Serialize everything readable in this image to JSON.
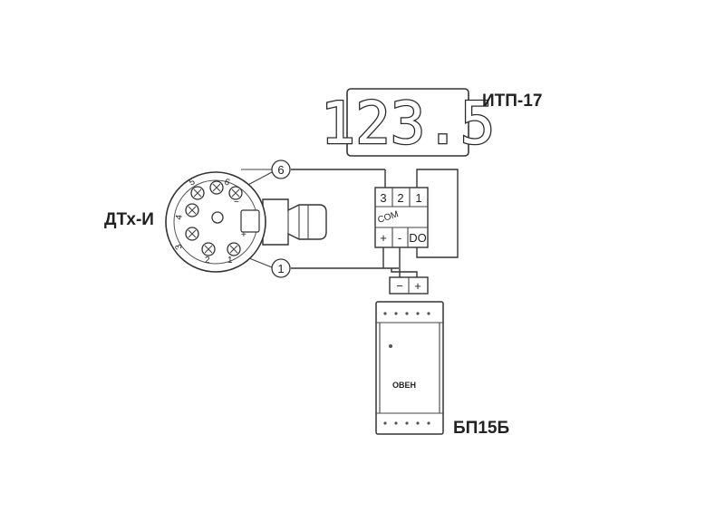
{
  "labels": {
    "sensor": "ДТх-И",
    "indicator": "ИТП-17",
    "psu": "БП15Б",
    "display_value": "123.5",
    "brand": "ОВЕН"
  },
  "terminals": {
    "t3": "3",
    "t2": "2",
    "t1": "1",
    "com": "COM",
    "plus": "+",
    "minus": "-",
    "do": "DO",
    "psu_minus": "−",
    "psu_plus": "+"
  },
  "callouts": {
    "top": "6",
    "bottom": "1"
  },
  "sensor_head": {
    "plus": "+",
    "minus": "−",
    "n1": "1",
    "n2": "2",
    "n3": "3",
    "n4": "4",
    "n5": "5",
    "n6": "6"
  }
}
